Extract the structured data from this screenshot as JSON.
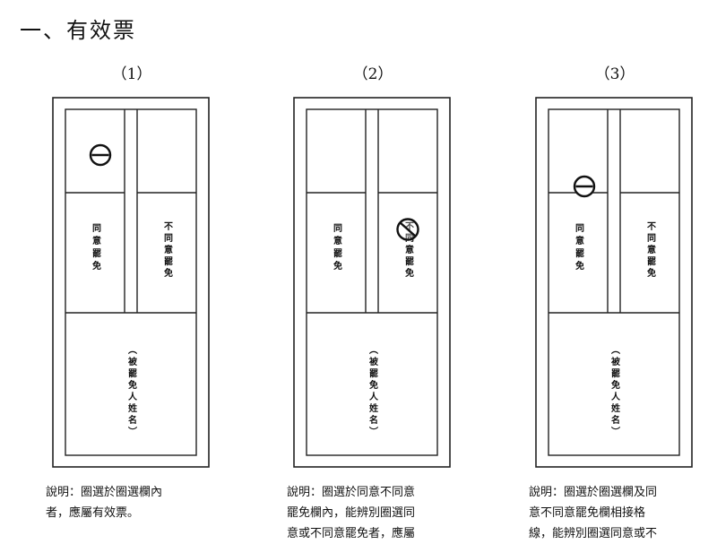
{
  "heading": "一、有效票",
  "panels": [
    {
      "number": "（1）",
      "agree_label": "同意罷免",
      "disagree_label": "不同意罷免",
      "name_label": "（被罷免人姓名）",
      "mark_icon": "circle-slash-stamp",
      "note_lines": [
        "說明：圈選於圈選欄內",
        "者，應屬有效票。"
      ]
    },
    {
      "number": "（2）",
      "agree_label": "同意罷免",
      "disagree_label": "不同意罷免",
      "name_label": "（被罷免人姓名）",
      "mark_icon": "circle-slash-stamp",
      "note_lines": [
        "說明：圈選於同意不同意",
        "罷免欄內，能辨別圈選同",
        "意或不同意罷免者，應屬"
      ]
    },
    {
      "number": "（3）",
      "agree_label": "同意罷免",
      "disagree_label": "不同意罷免",
      "name_label": "（被罷免人姓名）",
      "mark_icon": "circle-slash-stamp",
      "note_lines": [
        "說明：圈選於圈選欄及同",
        "意不同意罷免欄相接格",
        "線，能辨別圈選同意或不"
      ]
    }
  ]
}
